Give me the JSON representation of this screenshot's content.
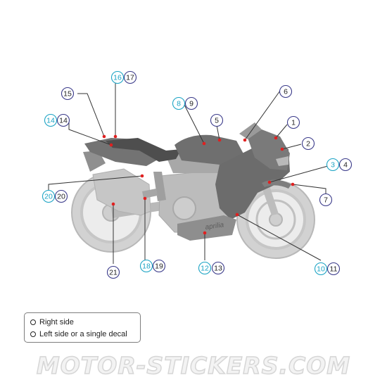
{
  "colors": {
    "right_side": "#1aa3c4",
    "left_side": "#3a3a8a",
    "marker": "#e02020",
    "leader": "#333333"
  },
  "callouts": [
    {
      "id": "c1",
      "text": "1",
      "side": "left"
    },
    {
      "id": "c2",
      "text": "2",
      "side": "left"
    },
    {
      "id": "c3",
      "text": "3",
      "side": "right"
    },
    {
      "id": "c4",
      "text": "4",
      "side": "left"
    },
    {
      "id": "c5",
      "text": "5",
      "side": "left"
    },
    {
      "id": "c6",
      "text": "6",
      "side": "left"
    },
    {
      "id": "c7",
      "text": "7",
      "side": "left"
    },
    {
      "id": "c8",
      "text": "8",
      "side": "right"
    },
    {
      "id": "c9",
      "text": "9",
      "side": "left"
    },
    {
      "id": "c10",
      "text": "10",
      "side": "right"
    },
    {
      "id": "c11",
      "text": "11",
      "side": "left"
    },
    {
      "id": "c12",
      "text": "12",
      "side": "right"
    },
    {
      "id": "c13",
      "text": "13",
      "side": "left"
    },
    {
      "id": "c14a",
      "text": "14",
      "side": "right"
    },
    {
      "id": "c14b",
      "text": "14",
      "side": "left"
    },
    {
      "id": "c15",
      "text": "15",
      "side": "left"
    },
    {
      "id": "c16",
      "text": "16",
      "side": "right"
    },
    {
      "id": "c17",
      "text": "17",
      "side": "left"
    },
    {
      "id": "c18",
      "text": "18",
      "side": "right"
    },
    {
      "id": "c19",
      "text": "19",
      "side": "left"
    },
    {
      "id": "c20a",
      "text": "20",
      "side": "right"
    },
    {
      "id": "c20b",
      "text": "20",
      "side": "left"
    },
    {
      "id": "c21",
      "text": "21",
      "side": "left"
    }
  ],
  "bike_logo_text": "aprilia",
  "legend": {
    "right_label": "Right side",
    "left_label": "Left side or a single decal"
  },
  "watermark": "MOTOR-STICKERS.COM"
}
